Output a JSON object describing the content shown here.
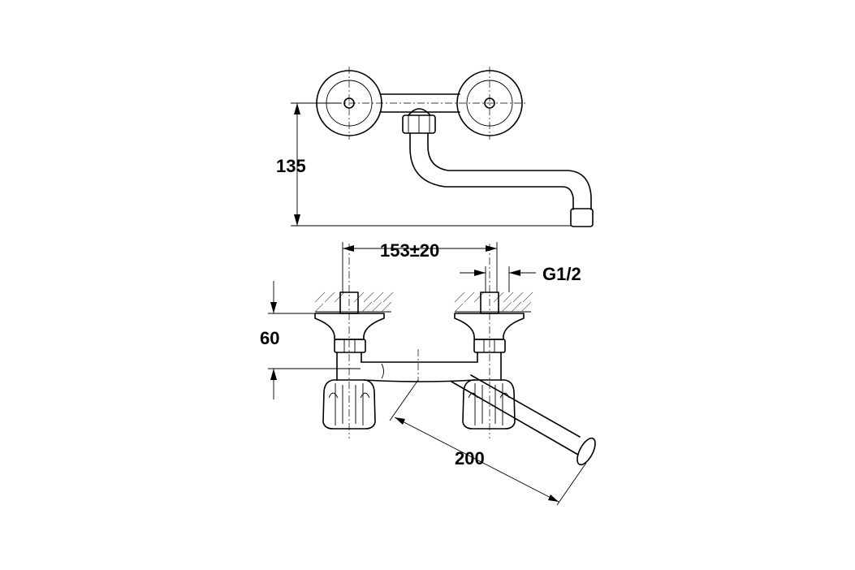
{
  "dimensions": {
    "height_top": "135",
    "spacing": "153±20",
    "thread": "G1/2",
    "height_front": "60",
    "spout_length": "200"
  },
  "colors": {
    "line": "#000000",
    "background": "#ffffff"
  }
}
